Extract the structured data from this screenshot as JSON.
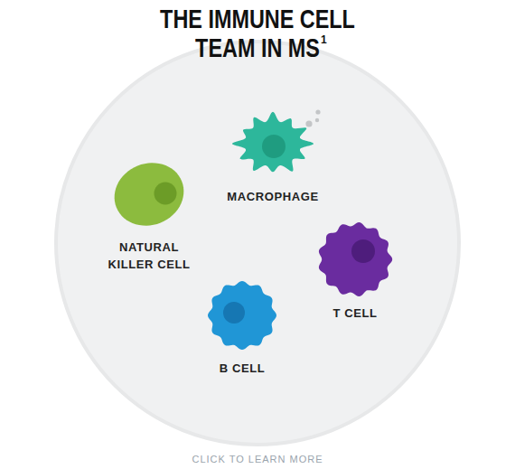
{
  "diagram": {
    "title": "THE IMMUNE CELL TEAM IN MS",
    "nodes": [
      {
        "text": [
          "MACROPHAGE"
        ]
      },
      {
        "text": [
          "NATURAL KILLER CELL"
        ]
      },
      {
        "text": [
          "T CELL"
        ]
      },
      {
        "text": [
          "B CELL"
        ]
      }
    ],
    "labels": [
      "1",
      "CLICK TO LEARN MORE"
    ]
  }
}
